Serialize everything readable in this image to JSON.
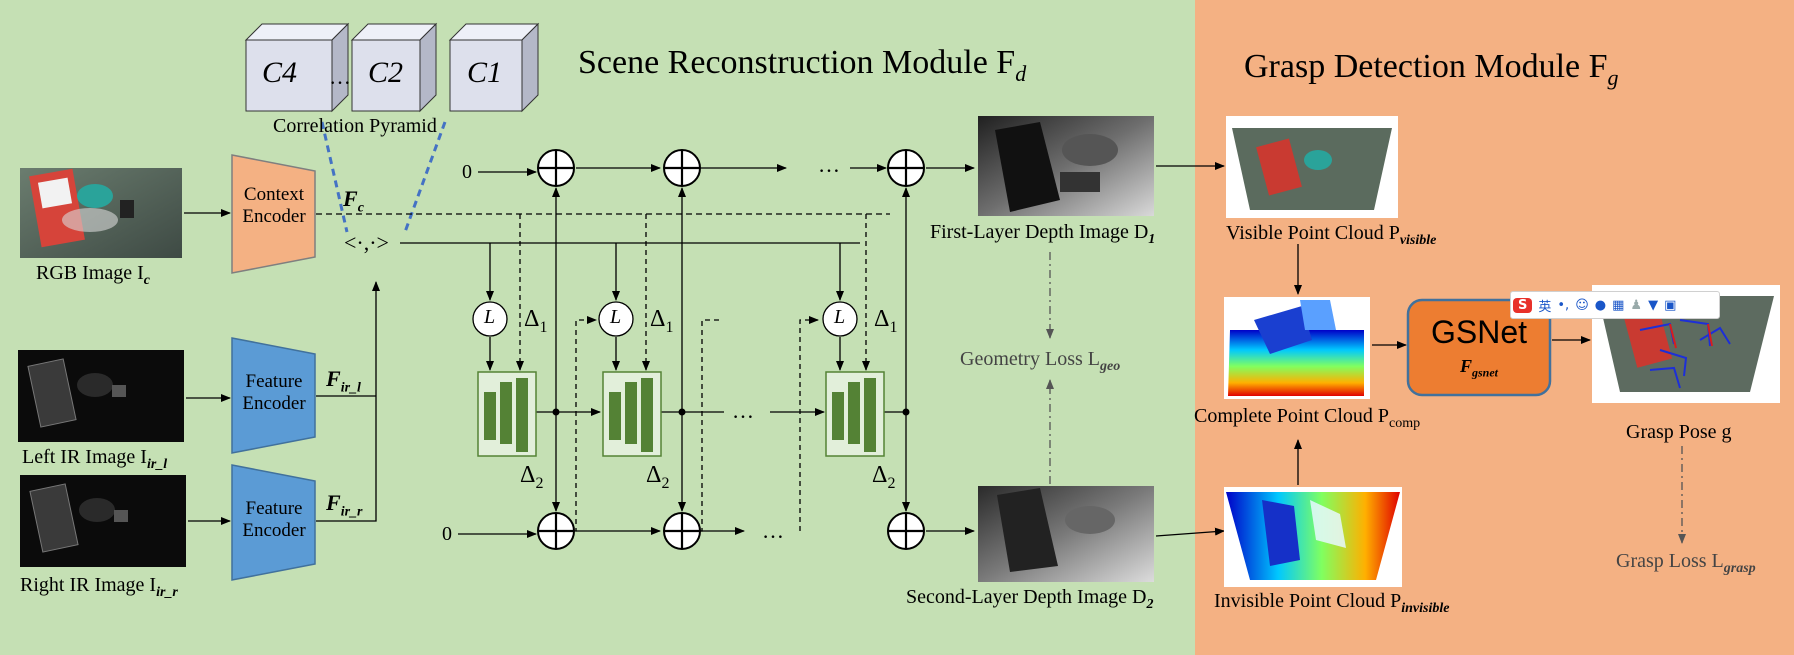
{
  "titles": {
    "scene_module": "Scene Reconstruction Module F",
    "scene_module_sub": "d",
    "grasp_module": "Grasp Detection Module F",
    "grasp_module_sub": "g"
  },
  "pyramid": {
    "label": "Correlation Pyramid",
    "cubes": [
      "C4",
      "C2",
      "C1"
    ],
    "ellipsis": "…"
  },
  "inputs": {
    "rgb": "RGB Image I",
    "rgb_sub": "c",
    "left_ir": "Left IR Image I",
    "left_ir_sub": "ir_l",
    "right_ir": "Right IR Image I",
    "right_ir_sub": "ir_r"
  },
  "encoders": {
    "context": "Context Encoder",
    "feature_left": "Feature Encoder",
    "feature_right": "Feature Encoder"
  },
  "features": {
    "fc": "F",
    "fc_sub": "c",
    "fir_l": "F",
    "fir_l_sub": "ir_l",
    "fir_r": "F",
    "fir_r_sub": "ir_r",
    "corr_op": "<·,·>"
  },
  "iteration": {
    "zero_top": "0",
    "zero_bottom": "0",
    "lookup": "L",
    "delta1": "Δ",
    "delta1_sub": "1",
    "delta2": "Δ",
    "delta2_sub": "2",
    "dots": "…"
  },
  "depth": {
    "first": "First-Layer Depth Image D",
    "first_sub": "1",
    "second": "Second-Layer Depth Image D",
    "second_sub": "2",
    "geometry_loss": "Geometry Loss L",
    "geometry_loss_sub": "geo"
  },
  "grasp": {
    "visible": "Visible Point Cloud P",
    "visible_sub": "visible",
    "complete": "Complete Point Cloud P",
    "complete_sub": "comp",
    "invisible": "Invisible Point Cloud P",
    "invisible_sub": "invisible",
    "gsnet": "GSNet",
    "gsnet_sub_main": "F",
    "gsnet_sub": "gsnet",
    "pose": "Grasp Pose g",
    "loss": "Grasp Loss L",
    "loss_sub": "grasp"
  },
  "ime_toolbar": {
    "logo": "S",
    "mode": "英",
    "punct": "•,"
  },
  "colors": {
    "left_bg": "#c5e0b4",
    "right_bg": "#f4b183",
    "encoder_orange": "#f4b183",
    "encoder_blue": "#5b9bd5",
    "gru_green": "#548235",
    "gsnet_orange": "#ed7d31",
    "dashed_blue": "#4472c4"
  }
}
